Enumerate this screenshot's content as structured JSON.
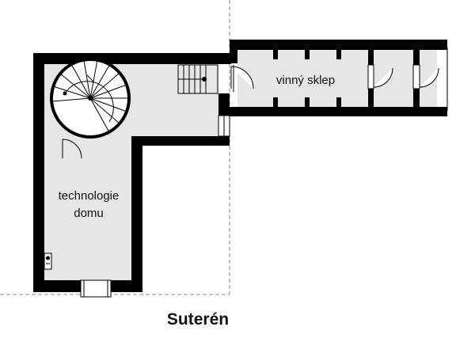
{
  "plan": {
    "title": "Suterén",
    "rooms": {
      "technology_line1": "technologie",
      "technology_line2": "domu",
      "wine_cellar": "vinný sklep"
    },
    "colors": {
      "wall": "#000000",
      "floor": "#e6e6e6",
      "outline": "#000000",
      "reference_line": "#8a8a8a",
      "background": "#ffffff"
    }
  }
}
